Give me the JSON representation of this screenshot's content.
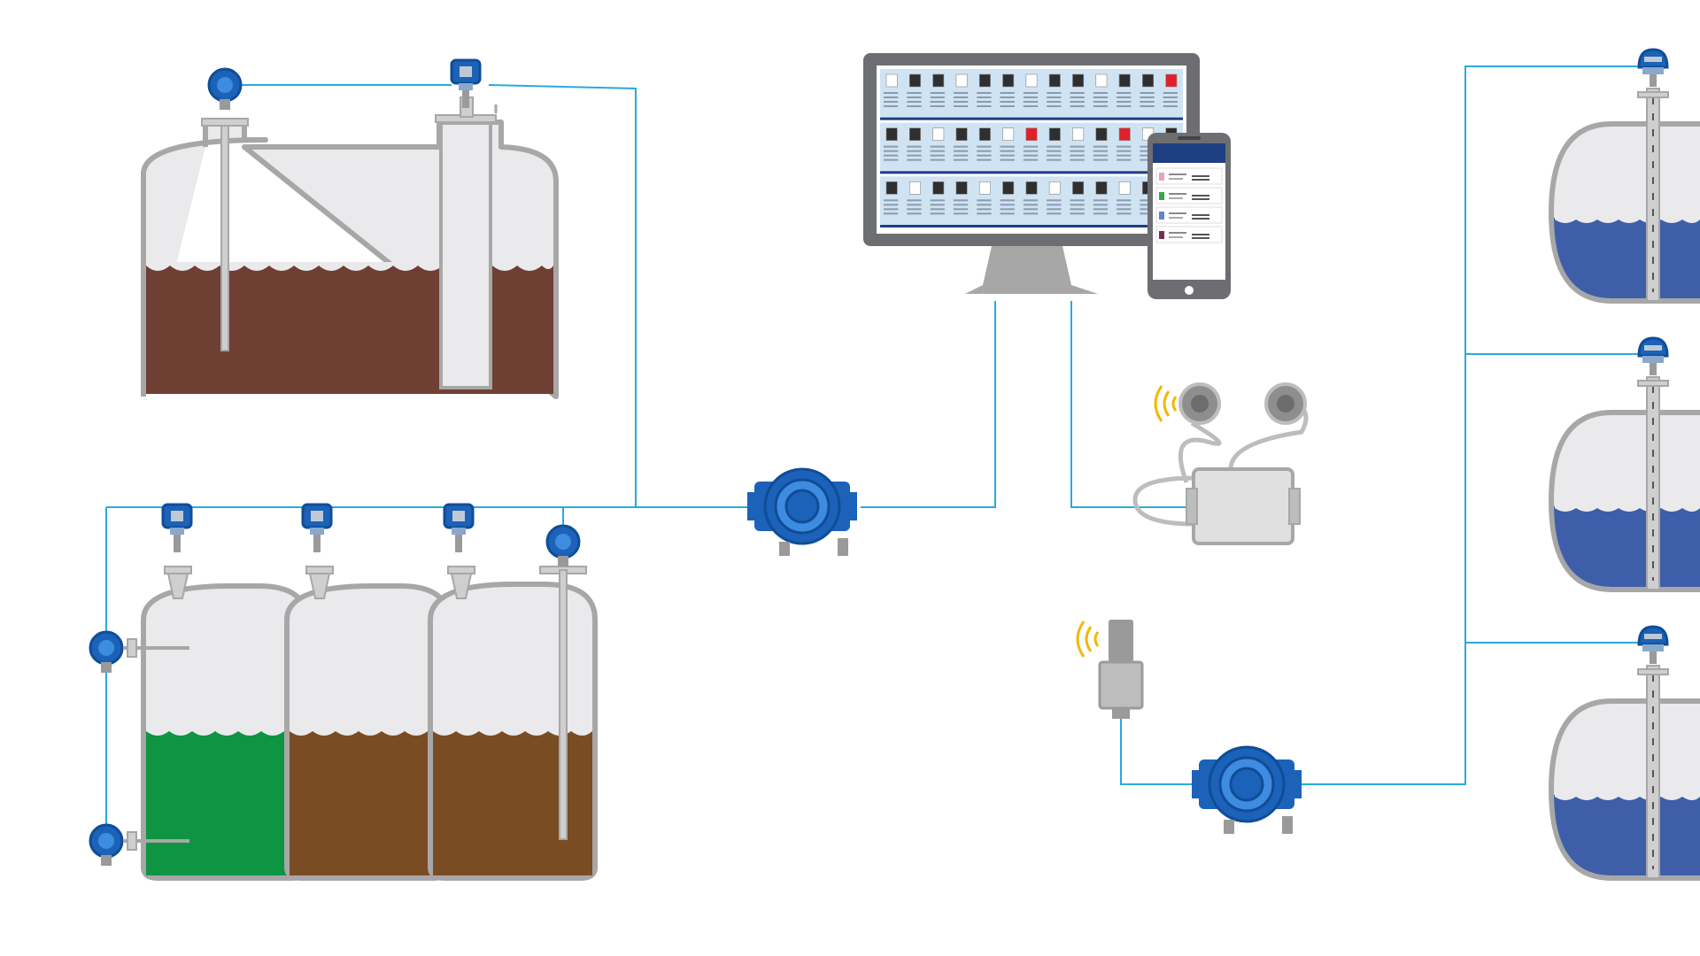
{
  "colors": {
    "background": "#ffffff",
    "network_line": "#2aa9df",
    "tank_outline": "#a7a7a7",
    "tank_headspace": "#eaeaec",
    "liquid_dark_brown": "#703f33",
    "liquid_brown": "#7a4c24",
    "liquid_green": "#0e9443",
    "liquid_blue": "#3f5ea9",
    "device_blue": "#1b62b8",
    "device_blue_light": "#3d8ce0",
    "device_gray": "#bdbdbd",
    "wireless_signal": "#f2b800",
    "alarm_red": "#e0202a"
  },
  "icons": {
    "instrument": "radar-level-transmitter-icon",
    "hub": "field-communicator-hub-icon",
    "monitor": "scada-monitor-icon",
    "phone": "mobile-app-icon",
    "wireless": "wireless-signal-icon",
    "gateway": "wireless-gateway-icon"
  },
  "dashboard": {
    "rows": 3,
    "tiles_per_row": 13,
    "alarm_tiles": [
      [
        0,
        12
      ],
      [
        1,
        6
      ],
      [
        1,
        10
      ]
    ]
  },
  "phone_app": {
    "list_items": 4,
    "item_colors": [
      "#e7a3c3",
      "#39a84a",
      "#5e86c9",
      "#7a2a58"
    ]
  },
  "liquid_levels": {
    "top_left_tank": 0.56,
    "bottom_tank_1": 0.52,
    "bottom_tank_2": 0.52,
    "bottom_tank_3": 0.52,
    "right_tank_1": 0.46,
    "right_tank_2": 0.46,
    "right_tank_3": 0.46
  }
}
